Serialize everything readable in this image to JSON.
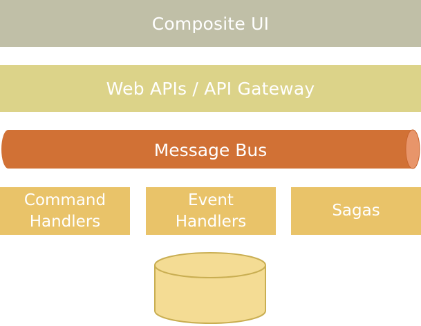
{
  "layers": {
    "composite_ui": "Composite UI",
    "web_apis": "Web APIs / API Gateway",
    "message_bus": "Message Bus"
  },
  "handlers": {
    "command": "Command\nHandlers",
    "event": "Event\nHandlers",
    "sagas": "Sagas"
  },
  "colors": {
    "composite_ui": "#c0bfa7",
    "web_apis": "#dcd389",
    "message_bus": "#d17135",
    "bus_end": "#e8956a",
    "handlers": "#e9c369",
    "database": "#f4dc94",
    "database_stroke": "#c9ae52"
  }
}
